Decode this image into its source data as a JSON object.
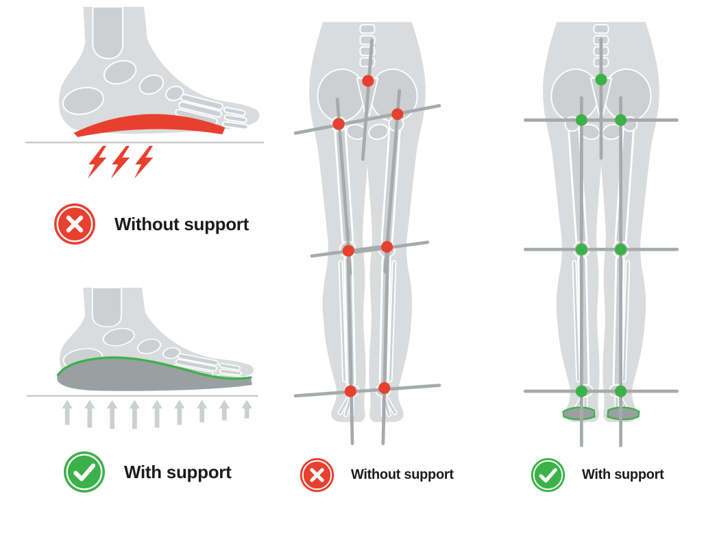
{
  "colors": {
    "red": "#e8402f",
    "green": "#3cb14a",
    "body": "#d9dbdc",
    "bone": "#cdd0d2",
    "bone_outline": "#ffffff",
    "insole": "#9aa0a1",
    "axis": "#a6aaab",
    "arrow": "#ccd0d1",
    "ground": "#c6c9ca",
    "text": "#1b1b1b",
    "background": "#ffffff"
  },
  "sections": {
    "foot_without": {
      "label": "Without support",
      "status": "negative",
      "badge_icon": "x-icon",
      "bolt_count": 3
    },
    "foot_with": {
      "label": "With support",
      "status": "positive",
      "badge_icon": "check-icon",
      "arrow_count": 9
    },
    "legs_without": {
      "label": "Without support",
      "status": "negative",
      "badge_icon": "x-icon",
      "joint_dot_count": 7
    },
    "legs_with": {
      "label": "With support",
      "status": "positive",
      "badge_icon": "check-icon",
      "joint_dot_count": 7
    }
  }
}
